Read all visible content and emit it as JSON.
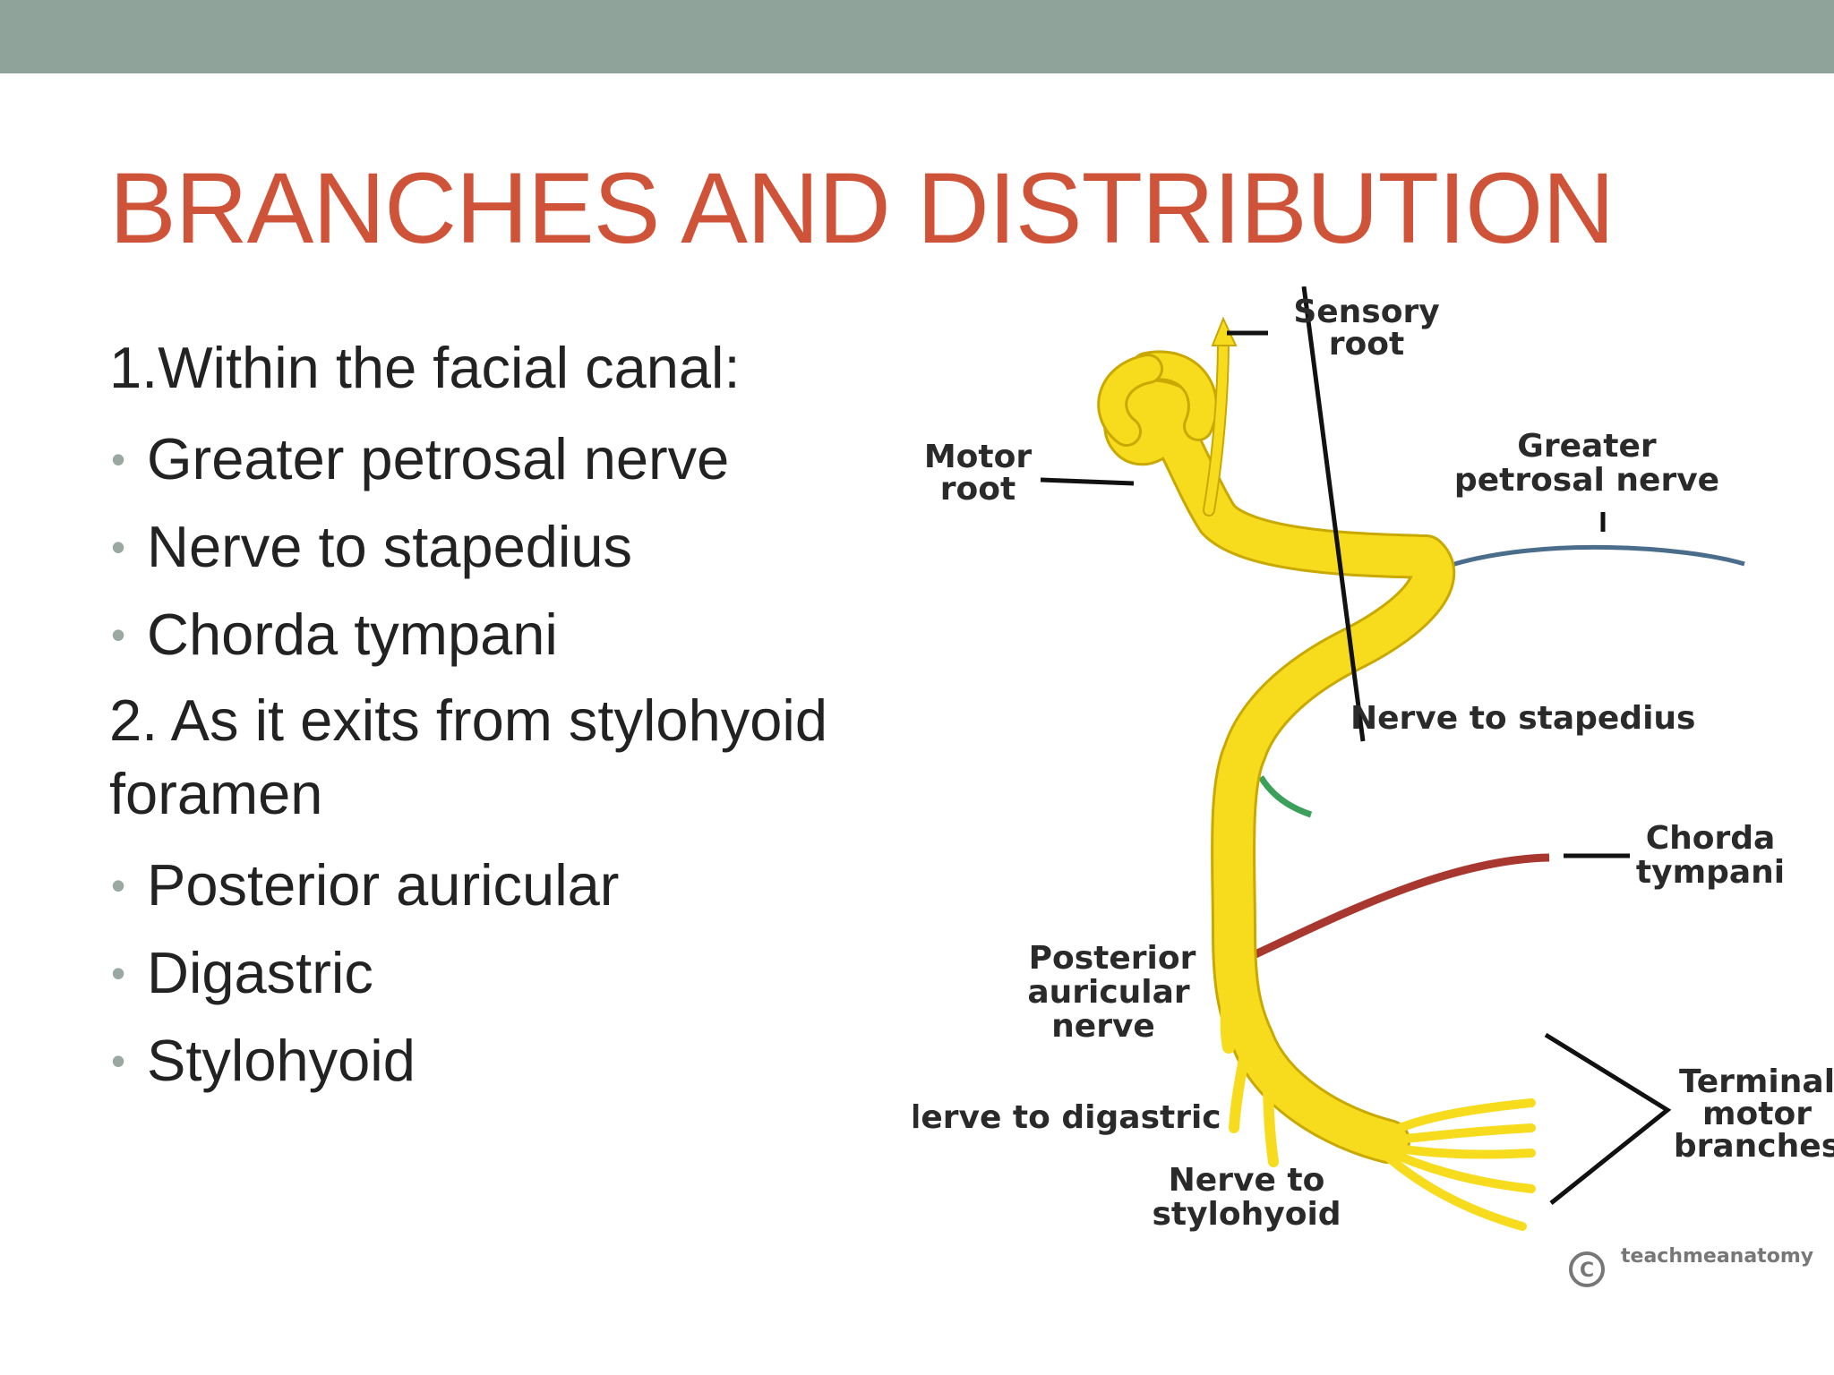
{
  "slide": {
    "title": "BRANCHES AND DISTRIBUTION",
    "section1_heading": "1.Within the facial canal:",
    "section1_items": [
      "Greater petrosal nerve",
      "Nerve to stapedius",
      "Chorda tympani"
    ],
    "section2_heading_line1": "2. As it exits from stylohyoid",
    "section2_heading_line2": "foramen",
    "section2_items": [
      "Posterior auricular",
      "Digastric",
      "Stylohyoid"
    ]
  },
  "diagram": {
    "labels": {
      "sensory_root_1": "Sensory",
      "sensory_root_2": "root",
      "motor_root_1": "Motor",
      "motor_root_2": "root",
      "greater_petrosal_1": "Greater",
      "greater_petrosal_2": "petrosal nerve",
      "nerve_to_stapedius": "Nerve to stapedius",
      "chorda_tympani_1": "Chorda",
      "chorda_tympani_2": "tympani",
      "posterior_auricular_1": "Posterior",
      "posterior_auricular_2": "auricular",
      "posterior_auricular_3": "nerve",
      "nerve_to_digastric": "lerve to digastric",
      "nerve_to_stylohyoid_1": "Nerve to",
      "nerve_to_stylohyoid_2": "stylohyoid",
      "terminal_motor_1": "Terminal",
      "terminal_motor_2": "motor",
      "terminal_motor_3": "branches",
      "watermark": "teachmeanatomy",
      "copyright_symbol": "C"
    },
    "colors": {
      "nerve": "#f7dc1e",
      "nerve_outline": "#c9a800",
      "greater_petrosal": "#4a6d8c",
      "stapedius": "#3aa05a",
      "chorda_tympani": "#a8382f",
      "title": "#cf5338",
      "top_bar": "#8fa39a"
    }
  }
}
